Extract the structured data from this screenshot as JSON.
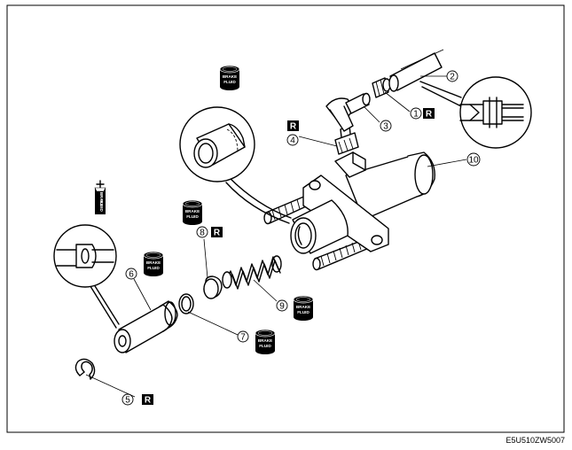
{
  "callouts": [
    "1",
    "2",
    "3",
    "4",
    "5",
    "6",
    "7",
    "8",
    "9",
    "10"
  ],
  "replace_mark": "R",
  "fluid_label_line1": "BRAKE",
  "fluid_label_line2": "FLUID",
  "figure_code": "E5U510ZW5007"
}
